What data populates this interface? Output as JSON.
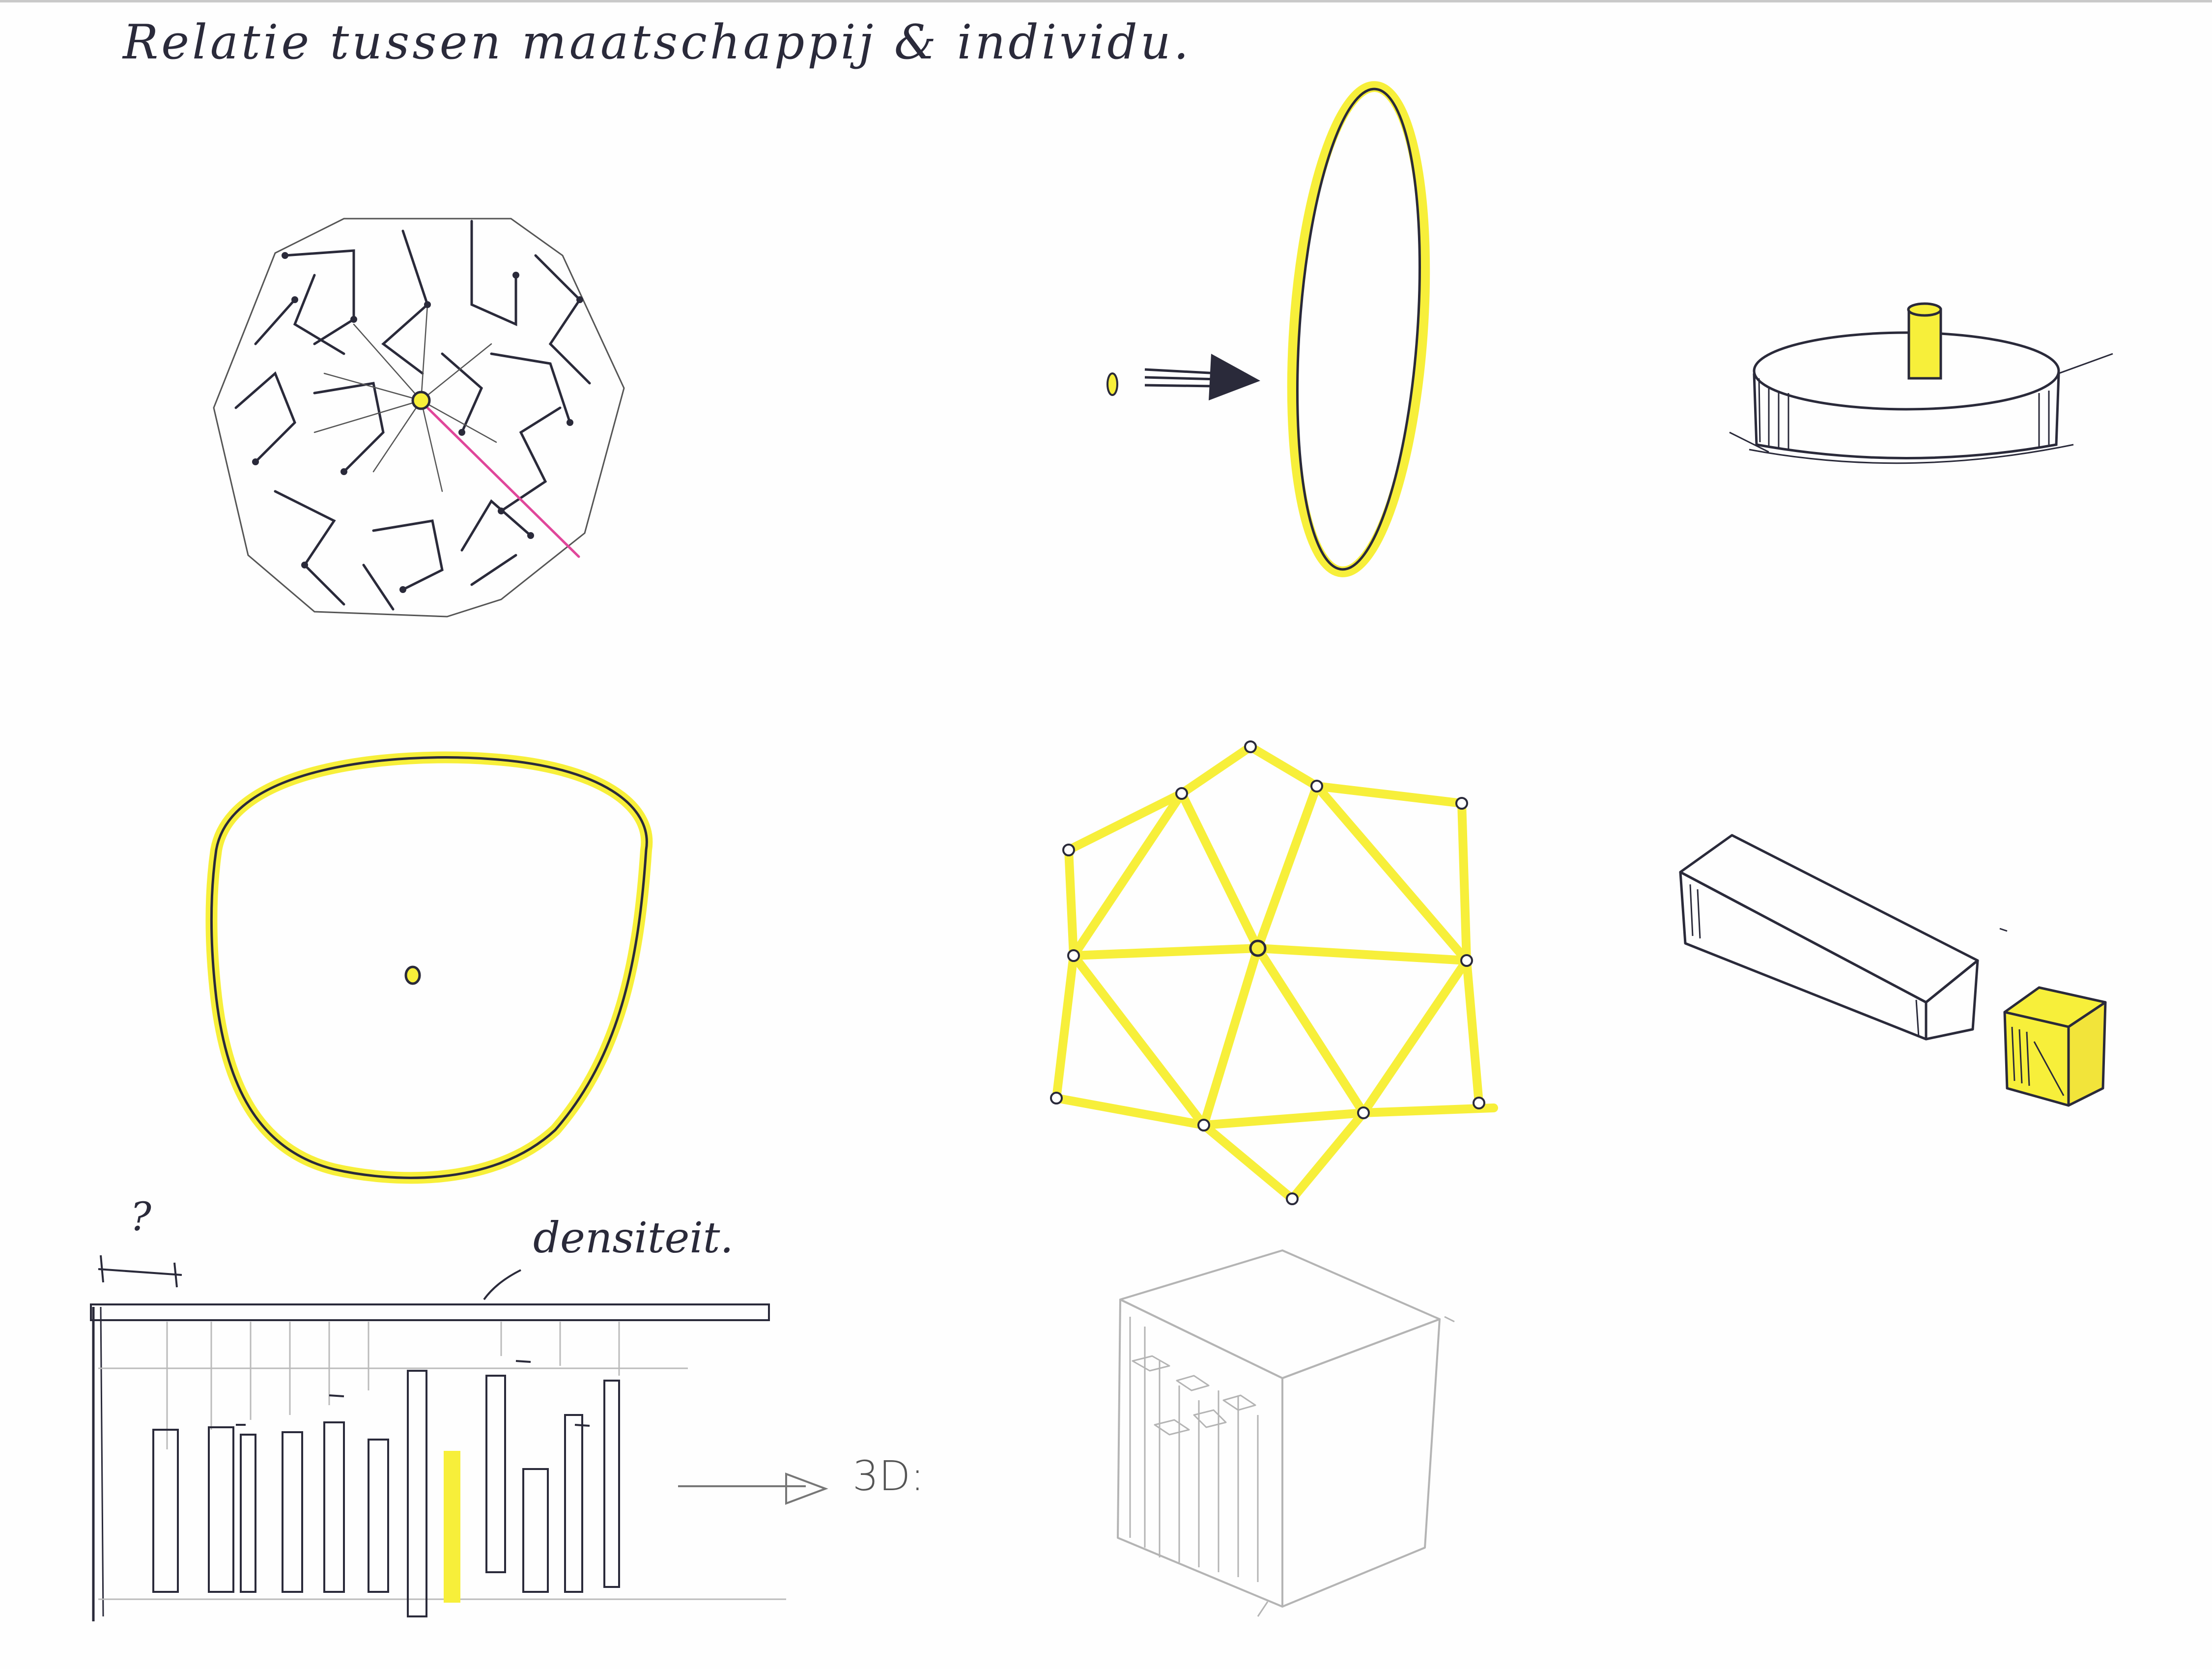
{
  "title": "Relatie tussen maatschappij & individu.",
  "labels": {
    "densiteit": "densiteit.",
    "three_d": "3D:",
    "question": "?"
  },
  "colors": {
    "ink": "#2a2a3a",
    "highlighter": "#f7ef3a",
    "pink": "#e0469a",
    "pencil": "#b8b8b8",
    "paper": "#fefefe"
  }
}
